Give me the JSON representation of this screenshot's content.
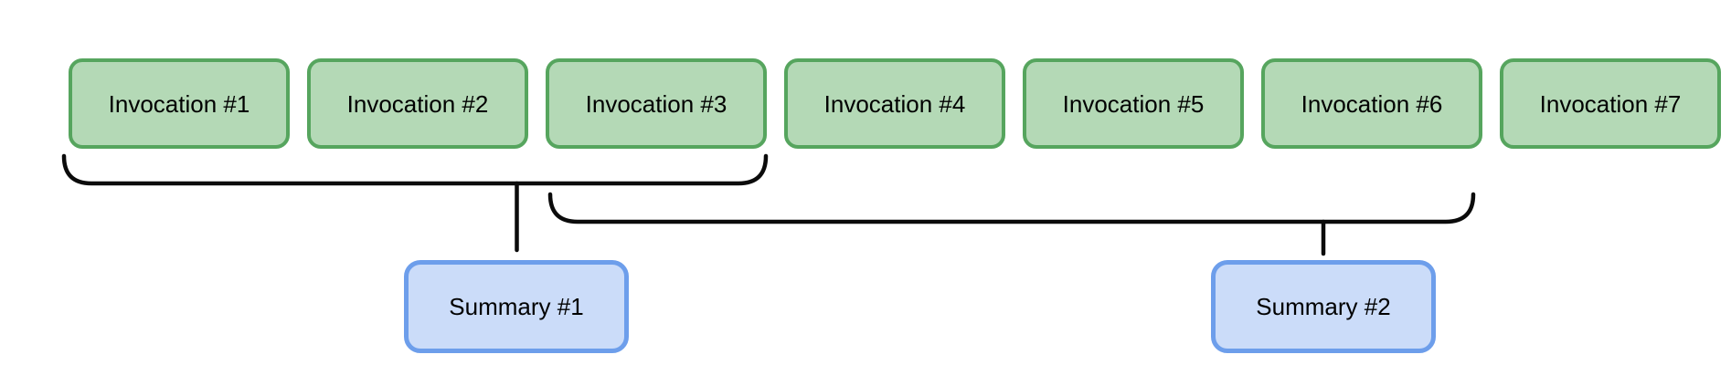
{
  "diagram": {
    "description": "Sliding-window summarization of invocations",
    "invocations": [
      {
        "label": "Invocation #1"
      },
      {
        "label": "Invocation #2"
      },
      {
        "label": "Invocation #3"
      },
      {
        "label": "Invocation #4"
      },
      {
        "label": "Invocation #5"
      },
      {
        "label": "Invocation #6"
      },
      {
        "label": "Invocation #7"
      }
    ],
    "summaries": [
      {
        "label": "Summary #1"
      },
      {
        "label": "Summary #2"
      }
    ],
    "groupings": [
      {
        "summary": "Summary #1",
        "covers": [
          "Invocation #1",
          "Invocation #2",
          "Invocation #3"
        ]
      },
      {
        "summary": "Summary #2",
        "covers": [
          "Invocation #3",
          "Invocation #4",
          "Invocation #5",
          "Invocation #6"
        ]
      }
    ],
    "colors": {
      "background": "#ffffff",
      "invocation_fill": "#b4d9b6",
      "invocation_border": "#56a55e",
      "summary_fill": "#cbdcf9",
      "summary_border": "#6d9eeb",
      "bracket_line": "#0b0b0b",
      "text": "#000000"
    }
  }
}
